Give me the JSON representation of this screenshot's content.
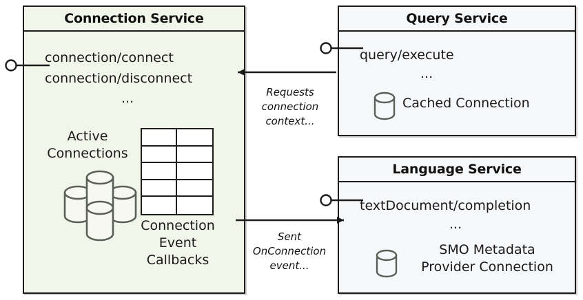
{
  "diagram": {
    "type": "uml-component-diagram",
    "background": "#ffffff"
  },
  "components": [
    {
      "id": "connection-service",
      "title": "Connection Service",
      "fill": "#f2f5ea",
      "endpoints": [
        "connection/connect",
        "connection/disconnect"
      ],
      "ellipsis": "...",
      "artifacts": [
        {
          "name": "active-connections",
          "label_lines": [
            "Active",
            "Connections"
          ],
          "icon": "database-cluster-icon"
        },
        {
          "name": "connection-event-callbacks",
          "label_lines": [
            "Connection",
            "Event",
            "Callbacks"
          ],
          "icon": "table-grid-icon"
        }
      ]
    },
    {
      "id": "query-service",
      "title": "Query Service",
      "fill": "#f7f8fa",
      "endpoints": [
        "query/execute"
      ],
      "ellipsis": "...",
      "artifacts": [
        {
          "name": "cached-connection",
          "label_lines": [
            "Cached Connection"
          ],
          "icon": "database-icon"
        }
      ]
    },
    {
      "id": "language-service",
      "title": "Language Service",
      "fill": "#f7f8fa",
      "endpoints": [
        "textDocument/completion"
      ],
      "ellipsis": "...",
      "artifacts": [
        {
          "name": "smo-metadata-provider-connection",
          "label_lines": [
            "SMO Metadata",
            "Provider Connection"
          ],
          "icon": "database-icon"
        }
      ]
    }
  ],
  "edges": [
    {
      "id": "query-to-connection",
      "from": "query-service",
      "to": "connection-service",
      "direction": "left",
      "label_lines": [
        "Requests",
        "connection",
        "context..."
      ]
    },
    {
      "id": "connection-to-language",
      "from": "connection-service",
      "to": "language-service",
      "direction": "right",
      "label_lines": [
        "Sent",
        "OnConnection",
        "event..."
      ]
    }
  ],
  "interfaces": [
    {
      "id": "connection-service-lollipop",
      "attached_to": "connection-service",
      "shape": "provided-interface-lollipop"
    },
    {
      "id": "query-service-lollipop",
      "attached_to": "query-service",
      "shape": "provided-interface-lollipop"
    },
    {
      "id": "language-service-lollipop",
      "attached_to": "language-service",
      "shape": "provided-interface-lollipop"
    }
  ],
  "colors": {
    "stroke": "#1c1c1c",
    "icon_stroke": "#5a5f57",
    "connection_fill": "#f2f5ea",
    "service_fill": "#f7f8fa"
  }
}
